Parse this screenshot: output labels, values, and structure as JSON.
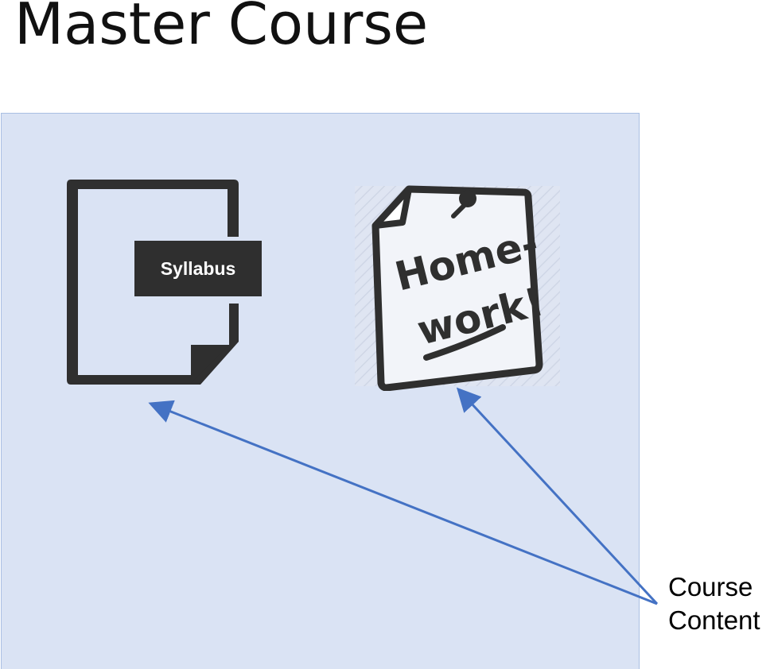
{
  "slide": {
    "title": "Master Course",
    "panel_color": "#dae3f4",
    "arrow_color": "#4472c4"
  },
  "items": [
    {
      "label": "Syllabus",
      "icon": "document-icon"
    },
    {
      "label_line1": "Home-",
      "label_line2": "work!",
      "icon": "pinned-note-icon"
    }
  ],
  "annotation": {
    "line1": "Course",
    "line2": "Content"
  }
}
